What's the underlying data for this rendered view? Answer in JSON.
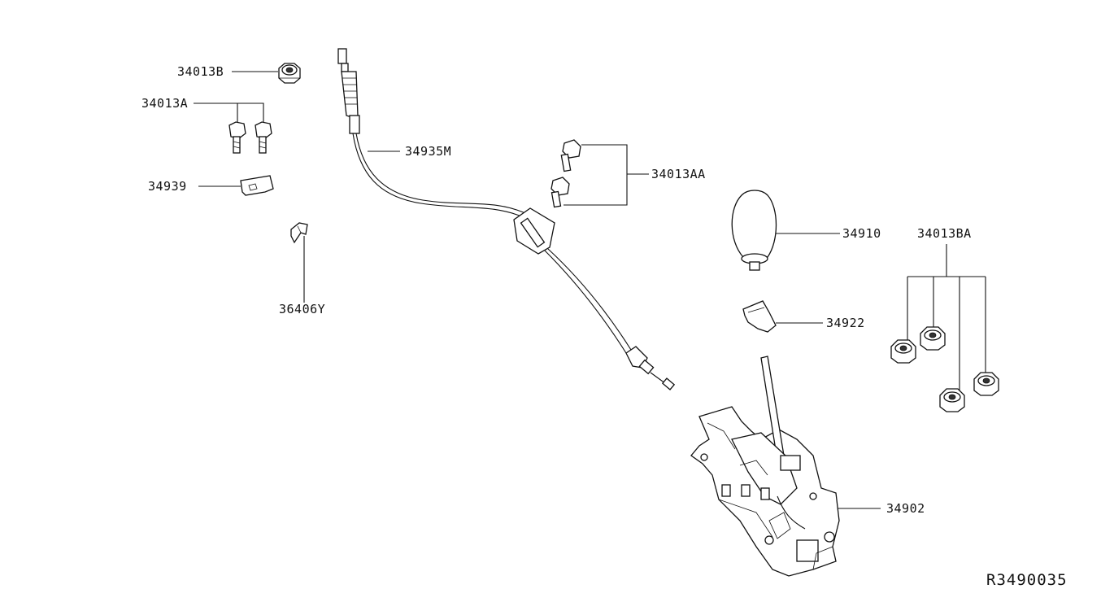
{
  "diagram": {
    "labels": {
      "p34013B": "34013B",
      "p34013A": "34013A",
      "p34939": "34939",
      "p36406Y": "36406Y",
      "p34935M": "34935M",
      "p34013AA": "34013AA",
      "p34910": "34910",
      "p34013BA": "34013BA",
      "p34922": "34922",
      "p34902": "34902"
    },
    "code": "R3490035"
  }
}
